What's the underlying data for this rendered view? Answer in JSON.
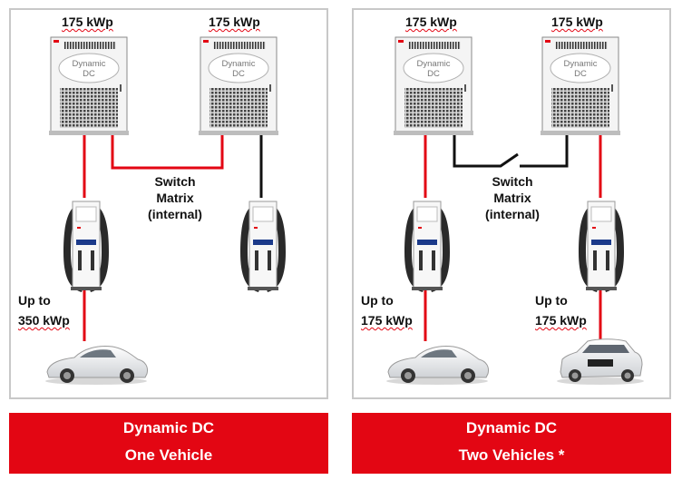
{
  "left_panel": {
    "power_unit_1_label": "175 kWp",
    "power_unit_2_label": "175 kWp",
    "cabinet_logo_line1": "Dynamic",
    "cabinet_logo_line2": "DC",
    "switch_label_line1": "Switch",
    "switch_label_line2": "Matrix",
    "switch_label_line3": "(internal)",
    "vehicle_output_line1": "Up to",
    "vehicle_output_line2": "350 kWp",
    "banner_line1": "Dynamic DC",
    "banner_line2": "One Vehicle"
  },
  "right_panel": {
    "power_unit_1_label": "175 kWp",
    "power_unit_2_label": "175 kWp",
    "cabinet_logo_line1": "Dynamic",
    "cabinet_logo_line2": "DC",
    "switch_label_line1": "Switch",
    "switch_label_line2": "Matrix",
    "switch_label_line3": "(internal)",
    "vehicle_1_output_line1": "Up to",
    "vehicle_1_output_line2": "175 kWp",
    "vehicle_2_output_line1": "Up to",
    "vehicle_2_output_line2": "175 kWp",
    "banner_line1": "Dynamic DC",
    "banner_line2": "Two Vehicles *"
  },
  "colors": {
    "active_cable": "#e30613",
    "idle_cable": "#111111",
    "banner": "#e30613",
    "panel_border": "#c8c8c8"
  }
}
